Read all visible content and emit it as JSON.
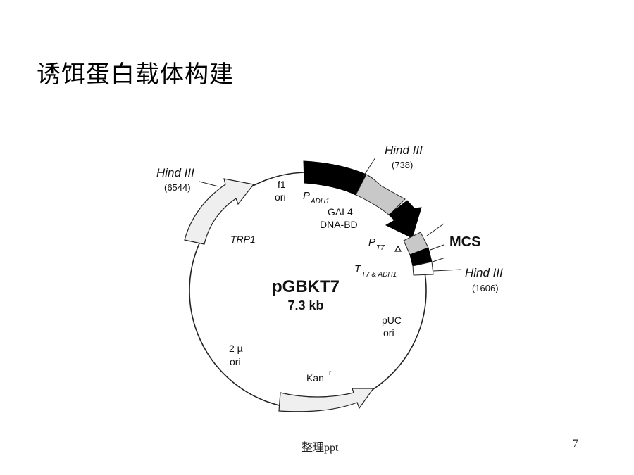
{
  "slide": {
    "title": "诱饵蛋白载体构建",
    "footer_label": "整理ppt",
    "page_number": "7"
  },
  "plasmid": {
    "name": "pGBKT7",
    "size": "7.3 kb",
    "labels": {
      "hind_738_name": "Hind III",
      "hind_738_pos": "(738)",
      "hind_6544_name": "Hind III",
      "hind_6544_pos": "(6544)",
      "hind_1606_name": "Hind III",
      "hind_1606_pos": "(1606)",
      "f1": "f1",
      "f1_ori": "ori",
      "padh1_p": "P",
      "padh1_sub": "ADH1",
      "gal4": "GAL4",
      "dnabd": "DNA-BD",
      "pt7_p": "P",
      "pt7_sub": "T7",
      "mcs": "MCS",
      "tt7_t": "T",
      "tt7_sub": "T7 & ADH1",
      "trp1": "TRP1",
      "puc": "pUC",
      "puc_ori": "ori",
      "two_mu": "2 µ",
      "two_mu_ori": "ori",
      "kan": "Kan",
      "kan_sup": "r"
    }
  },
  "colors": {
    "black_segment": "#000000",
    "gray_segment": "#c8c8c8",
    "light_segment": "#efefef",
    "backbone": "#222222"
  }
}
